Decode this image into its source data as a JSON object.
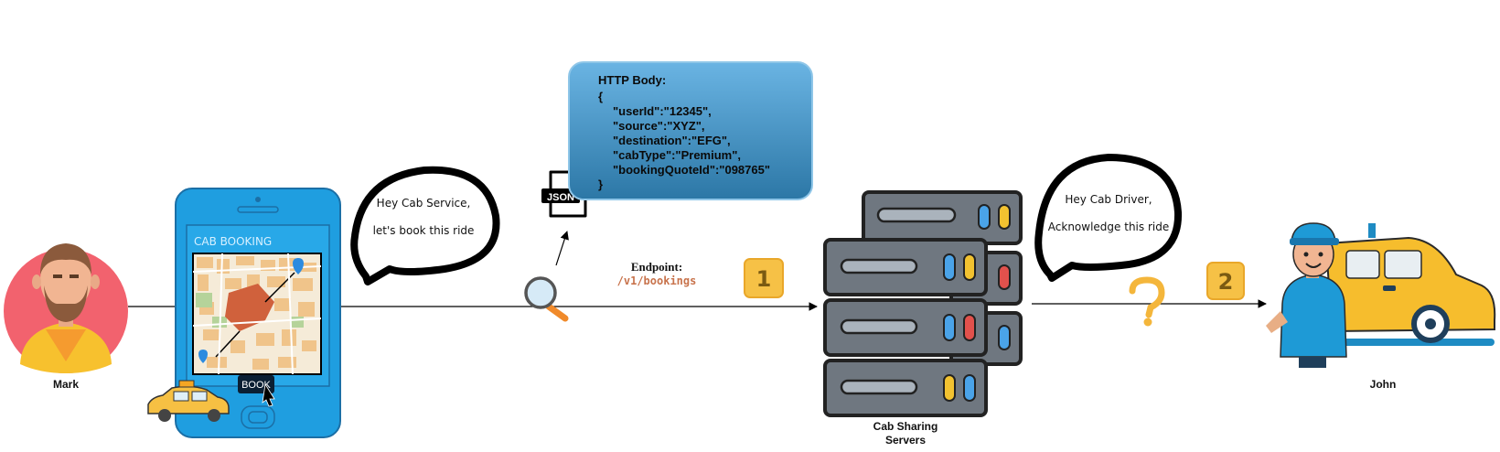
{
  "actors": {
    "customer_name": "Mark",
    "driver_name": "John"
  },
  "phone": {
    "header": "CAB BOOKING",
    "book_button": "BOOK"
  },
  "bubbles": {
    "customer_line1": "Hey Cab Service,",
    "customer_line2": "let's book this ride",
    "server_line1": "Hey Cab Driver,",
    "server_line2": "Acknowledge this ride"
  },
  "request": {
    "json_icon_label": "JSON",
    "body_title": "HTTP Body:",
    "body_lines": [
      "{",
      "\"userId\":\"12345\",",
      "\"source\":\"XYZ\",",
      "\"destination\":\"EFG\",",
      "\"cabType\":\"Premium\",",
      "\"bookingQuoteId\":\"098765\"",
      "}"
    ],
    "endpoint_label": "Endpoint:",
    "endpoint_path": "/v1/bookings"
  },
  "steps": {
    "step1": "1",
    "step2": "2"
  },
  "server": {
    "label_line1": "Cab Sharing",
    "label_line2": "Servers"
  },
  "colors": {
    "phone_blue": "#1f9ee0",
    "json_box_top": "#5eaede",
    "json_box_bottom": "#2f7fae",
    "step_badge": "#f6c146",
    "endpoint_path": "#c8734c",
    "server_dark": "#3a3d42",
    "server_gray": "#6f7780"
  }
}
